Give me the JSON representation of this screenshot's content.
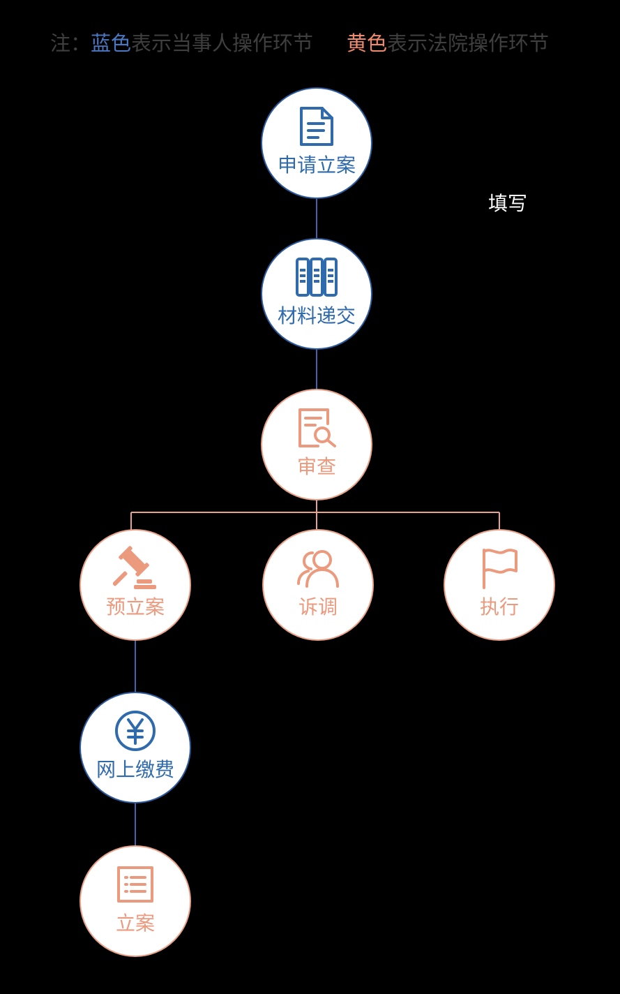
{
  "legend": {
    "prefix": "注：",
    "blue_word": "蓝色",
    "blue_desc": "表示当事人操作环节",
    "orange_word": "黄色",
    "orange_desc": "表示法院操作环节"
  },
  "side_note": "填写",
  "colors": {
    "background": "#000000",
    "party_step": "#2f6aac",
    "court_step": "#ec9a7e",
    "legend_text": "#3f3f3f",
    "connector_blue": "#3e66b0",
    "connector_orange": "#e8a38a"
  },
  "steps": {
    "apply": {
      "label": "申请立案",
      "icon": "document-icon",
      "owner": "party"
    },
    "submit": {
      "label": "材料递交",
      "icon": "binders-icon",
      "owner": "party"
    },
    "review": {
      "label": "审查",
      "icon": "document-search-icon",
      "owner": "court"
    },
    "pre_filing": {
      "label": "预立案",
      "icon": "gavel-icon",
      "owner": "court"
    },
    "mediation": {
      "label": "诉调",
      "icon": "people-icon",
      "owner": "court"
    },
    "execution": {
      "label": "执行",
      "icon": "flag-icon",
      "owner": "court"
    },
    "payment": {
      "label": "网上缴费",
      "icon": "yuan-coin-icon",
      "owner": "party"
    },
    "filing": {
      "label": "立案",
      "icon": "list-icon",
      "owner": "court"
    }
  }
}
